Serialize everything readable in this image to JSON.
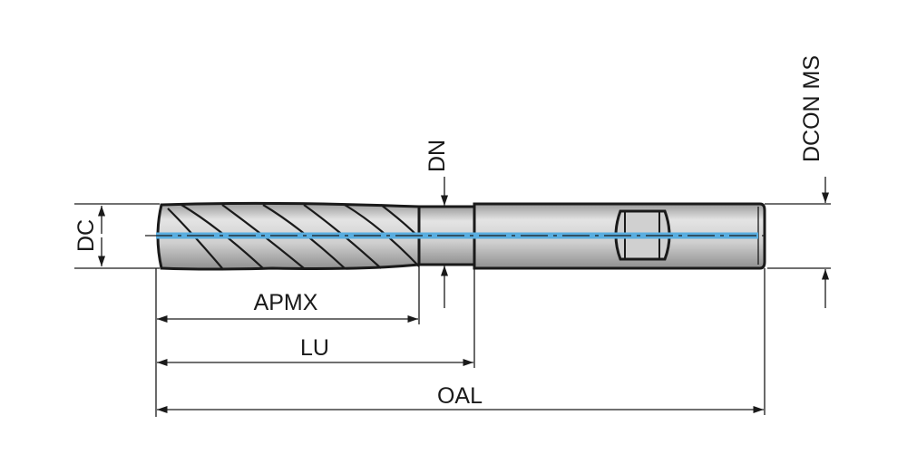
{
  "title": "End mill dimension drawing",
  "dimensions": {
    "dc": "DC",
    "dn": "DN",
    "dcon_ms": "DCON MS",
    "apmx": "APMX",
    "lu": "LU",
    "oal": "OAL"
  },
  "colors": {
    "axis_highlight": "#5aaee0",
    "outline": "#1a1a1a",
    "body": "#c8c8c8"
  }
}
